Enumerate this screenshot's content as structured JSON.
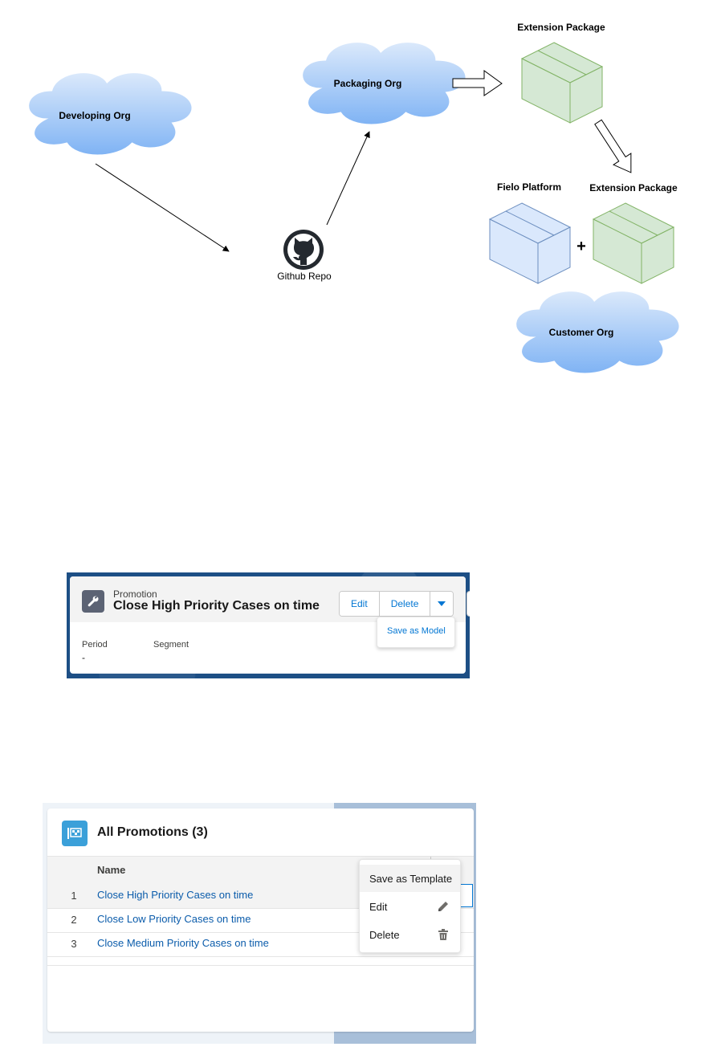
{
  "diagram": {
    "developing_org": "Developing Org",
    "packaging_org": "Packaging Org",
    "github_repo": "Github Repo",
    "extension_package_top": "Extension Package",
    "fielo_platform": "Fielo Platform",
    "extension_package_bottom": "Extension Package",
    "plus": "+",
    "customer_org": "Customer Org"
  },
  "record": {
    "object_type": "Promotion",
    "title": "Close High Priority Cases on time",
    "buttons": {
      "edit": "Edit",
      "delete": "Delete"
    },
    "dropdown_item": "Save as Model",
    "fields": [
      {
        "label": "Period",
        "value": "-"
      },
      {
        "label": "Segment",
        "value": ""
      }
    ]
  },
  "list_view": {
    "title": "All Promotions (3)",
    "column_name": "Name",
    "rows": [
      {
        "num": "1",
        "name": "Close High Priority Cases on time"
      },
      {
        "num": "2",
        "name": "Close Low Priority Cases on time"
      },
      {
        "num": "3",
        "name": "Close Medium Priority Cases on time"
      }
    ],
    "row_menu": [
      {
        "label": "Save as Template",
        "icon": ""
      },
      {
        "label": "Edit",
        "icon": "pencil-icon"
      },
      {
        "label": "Delete",
        "icon": "trash-icon"
      }
    ]
  }
}
